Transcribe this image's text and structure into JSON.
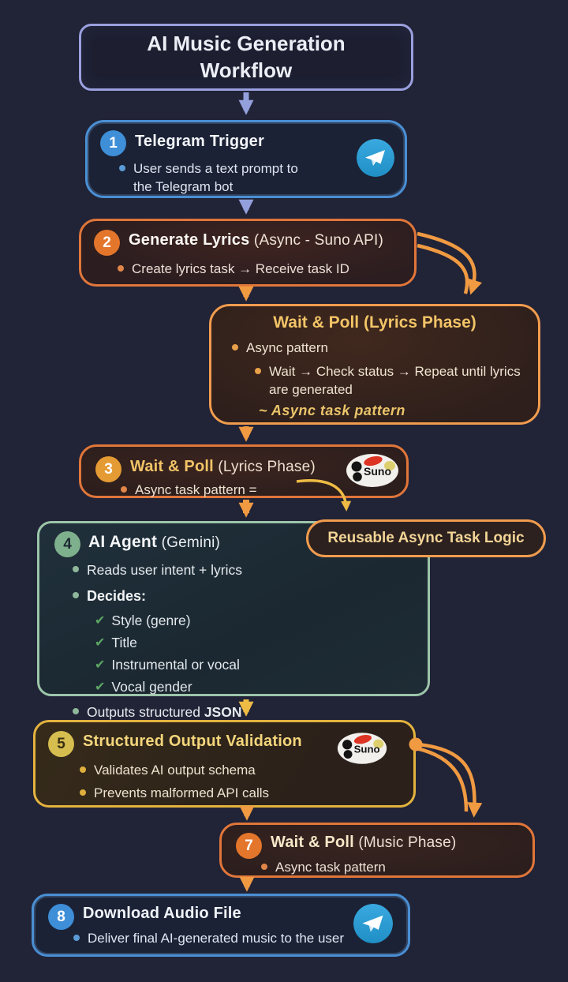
{
  "diagram": {
    "title": "AI Music Generation Workflow",
    "colors": {
      "background": "#212337",
      "blue": "#4a8fd4",
      "lavender": "#93a0dc",
      "orange": "#f09a42",
      "orange_border": "#e0763a",
      "gold": "#eebc45",
      "green": "#9cc5a9",
      "telegram_blue": "#2d9dd8"
    },
    "steps": {
      "step1": {
        "number": "1",
        "title": "Telegram Trigger",
        "bullet1": "User sends a text prompt to the Telegram bot",
        "icon": "telegram-icon"
      },
      "step2": {
        "number": "2",
        "title": "Generate Lyrics",
        "title_suffix": " (Async - Suno API)",
        "bullet1": "Create lyrics task → Receive task ID"
      },
      "poll_lyrics_detail": {
        "title": "Wait & Poll (Lyrics Phase)",
        "bullet1": "Async pattern",
        "sub_bullet": "Wait → Check status → Repeat until lyrics are generated",
        "note": "~ Async task pattern"
      },
      "step3": {
        "number": "3",
        "title": "Wait & Poll",
        "title_suffix": " (Lyrics Phase)",
        "bullet1": "Async task pattern =",
        "icon": "suno-logo"
      },
      "reusable": {
        "label": "Reusable Async Task Logic"
      },
      "step4": {
        "number": "4",
        "title": "AI Agent",
        "title_suffix": " (Gemini)",
        "bullet1": "Reads user intent + lyrics",
        "bullet2": "Decides:",
        "checks": [
          "Style (genre)",
          "Title",
          "Instrumental or vocal",
          "Vocal gender"
        ],
        "bullet3_prefix": "Outputs structured ",
        "bullet3_bold": "JSON"
      },
      "step5": {
        "number": "5",
        "title": "Structured Output Validation",
        "bullet1": "Validates AI output schema",
        "bullet2": "Prevents malformed API calls",
        "icon": "suno-logo"
      },
      "step7": {
        "number": "7",
        "title": "Wait & Poll",
        "title_suffix": " (Music Phase)",
        "bullet1": "Async task pattern"
      },
      "step8": {
        "number": "8",
        "title": "Download Audio File",
        "bullet1": "Deliver final AI-generated music to the user",
        "icon": "telegram-icon"
      }
    },
    "logos": {
      "suno": "Suno"
    }
  }
}
